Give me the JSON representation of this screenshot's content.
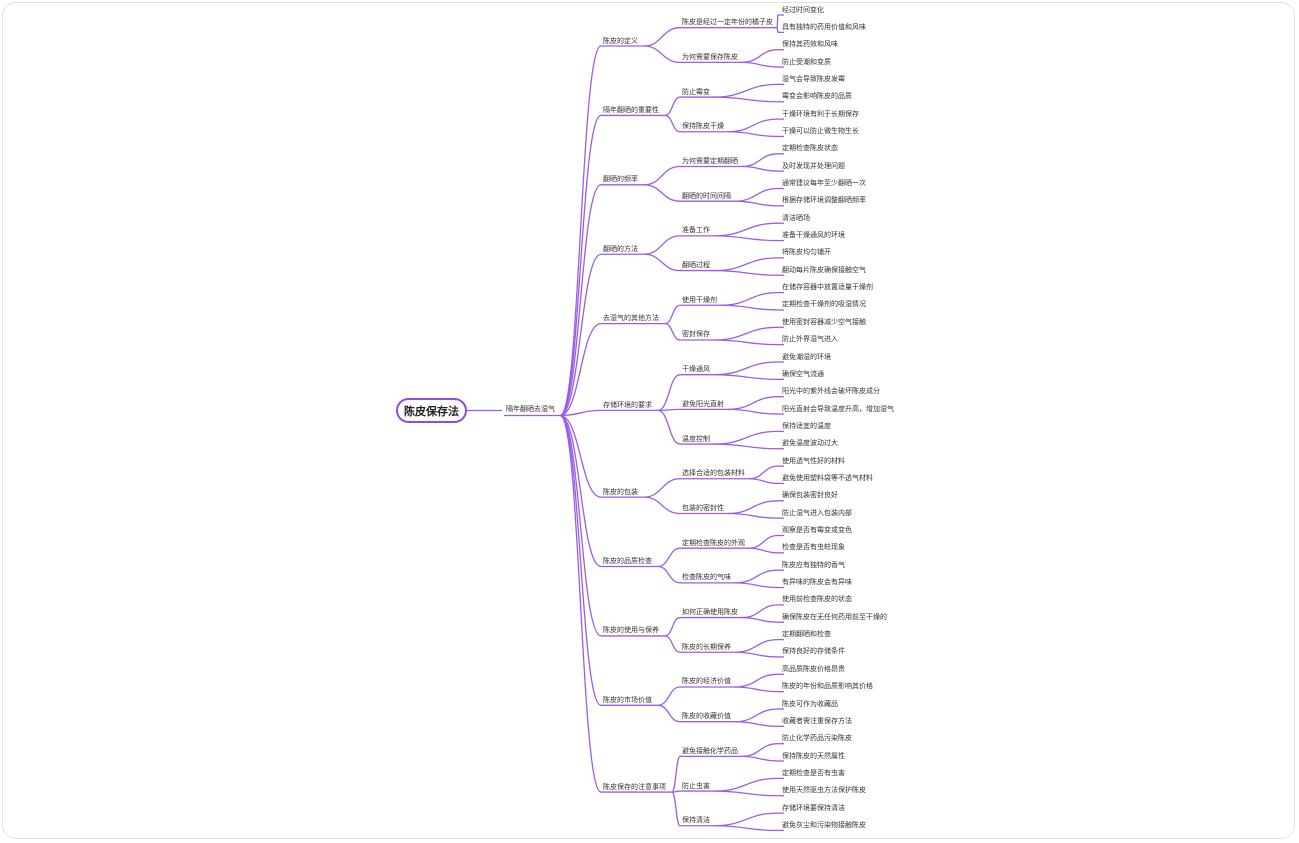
{
  "colors": {
    "line": "#9b5de5",
    "root_border": "#8a4fe0",
    "text": "#333333"
  },
  "root": {
    "label": "陈皮保存法"
  },
  "level1": {
    "label": "隔年翻晒去湿气"
  },
  "branches": [
    {
      "label": "陈皮的定义",
      "children": [
        {
          "label": "陈皮是经过一定年份的橘子皮",
          "children": [
            "经过时间变化",
            "具有独特的药用价值和风味"
          ]
        },
        {
          "label": "为何需要保存陈皮",
          "children": [
            "保持其药效和风味",
            "防止受潮和变质"
          ]
        }
      ]
    },
    {
      "label": "隔年翻晒的重要性",
      "children": [
        {
          "label": "防止霉变",
          "children": [
            "湿气会导致陈皮发霉",
            "霉变会影响陈皮的品质"
          ]
        },
        {
          "label": "保持陈皮干燥",
          "children": [
            "干燥环境有利于长期保存",
            "干燥可以防止微生物生长"
          ]
        }
      ]
    },
    {
      "label": "翻晒的频率",
      "children": [
        {
          "label": "为何需要定期翻晒",
          "children": [
            "定期检查陈皮状态",
            "及时发现并处理问题"
          ]
        },
        {
          "label": "翻晒的时间间隔",
          "children": [
            "通常建议每年至少翻晒一次",
            "根据存储环境调整翻晒频率"
          ]
        }
      ]
    },
    {
      "label": "翻晒的方法",
      "children": [
        {
          "label": "准备工作",
          "children": [
            "清洁晒场",
            "准备干燥通风的环境"
          ]
        },
        {
          "label": "翻晒过程",
          "children": [
            "将陈皮均匀铺开",
            "翻动每片陈皮确保接触空气"
          ]
        }
      ]
    },
    {
      "label": "去湿气的其他方法",
      "children": [
        {
          "label": "使用干燥剂",
          "children": [
            "在储存容器中放置适量干燥剂",
            "定期检查干燥剂的吸湿情况"
          ]
        },
        {
          "label": "密封保存",
          "children": [
            "使用密封容器减少空气接触",
            "防止外界湿气进入"
          ]
        }
      ]
    },
    {
      "label": "存储环境的要求",
      "children": [
        {
          "label": "干燥通风",
          "children": [
            "避免潮湿的环境",
            "确保空气流通"
          ]
        },
        {
          "label": "避免阳光直射",
          "children": [
            "阳光中的紫外线会破坏陈皮成分",
            "阳光直射会导致温度升高，增加湿气"
          ]
        },
        {
          "label": "温度控制",
          "children": [
            "保持适宜的温度",
            "避免温度波动过大"
          ]
        }
      ]
    },
    {
      "label": "陈皮的包装",
      "children": [
        {
          "label": "选择合适的包装材料",
          "children": [
            "使用透气性好的材料",
            "避免使用塑料袋等不透气材料"
          ]
        },
        {
          "label": "包装的密封性",
          "children": [
            "确保包装密封良好",
            "防止湿气进入包装内部"
          ]
        }
      ]
    },
    {
      "label": "陈皮的品质检查",
      "children": [
        {
          "label": "定期检查陈皮的外观",
          "children": [
            "观察是否有霉变或变色",
            "检查是否有虫蛀现象"
          ]
        },
        {
          "label": "检查陈皮的气味",
          "children": [
            "陈皮应有独特的香气",
            "有异味的陈皮会有异味"
          ]
        }
      ]
    },
    {
      "label": "陈皮的使用与保养",
      "children": [
        {
          "label": "如何正确使用陈皮",
          "children": [
            "使用前检查陈皮的状态",
            "确保陈皮在无任何药用前至干燥的"
          ]
        },
        {
          "label": "陈皮的长期保养",
          "children": [
            "定期翻晒和检查",
            "保持良好的存储条件"
          ]
        }
      ]
    },
    {
      "label": "陈皮的市场价值",
      "children": [
        {
          "label": "陈皮的经济价值",
          "children": [
            "高品质陈皮价格昂贵",
            "陈皮的年份和品质影响其价格"
          ]
        },
        {
          "label": "陈皮的收藏价值",
          "children": [
            "陈皮可作为收藏品",
            "收藏者需注重保存方法"
          ]
        }
      ]
    },
    {
      "label": "陈皮保存的注意事项",
      "children": [
        {
          "label": "避免接触化学药品",
          "children": [
            "防止化学药品污染陈皮",
            "保持陈皮的天然属性"
          ]
        },
        {
          "label": "防止虫害",
          "children": [
            "定期检查是否有虫害",
            "使用天然驱虫方法保护陈皮"
          ]
        },
        {
          "label": "保持清洁",
          "children": [
            "存储环境要保持清洁",
            "避免灰尘和污染物接触陈皮"
          ]
        }
      ]
    }
  ]
}
